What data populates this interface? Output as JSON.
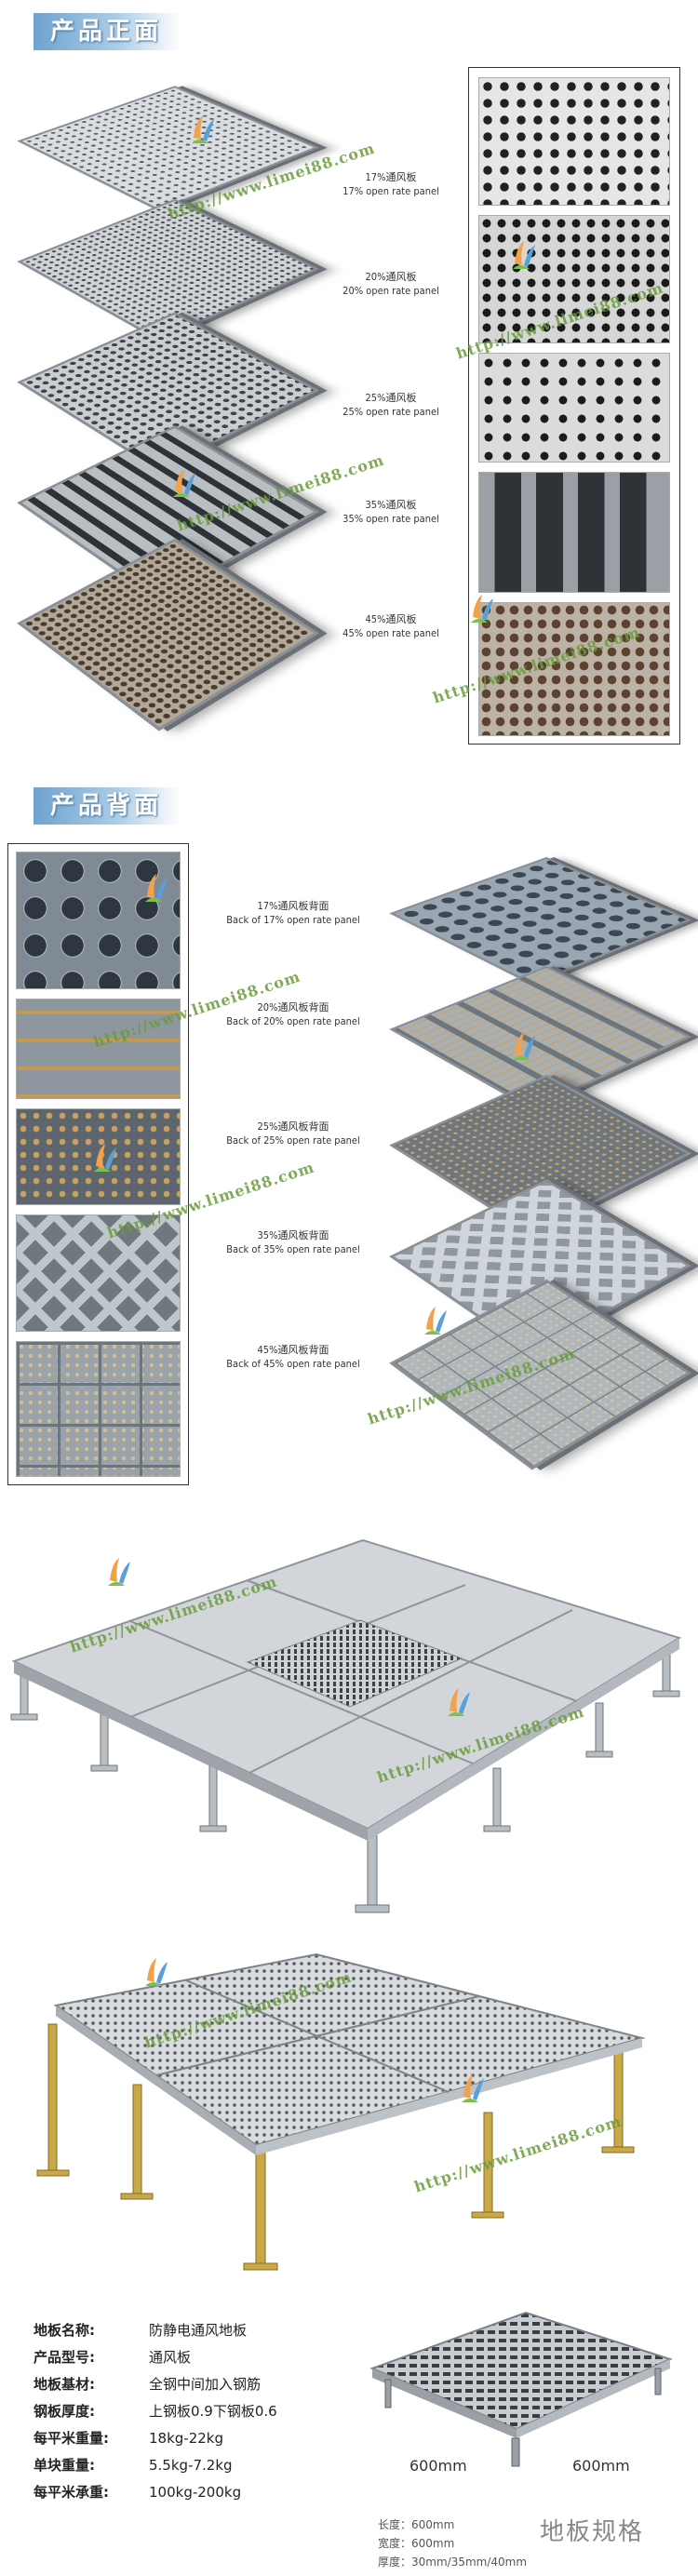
{
  "sections": {
    "front_title": "产品正面",
    "back_title": "产品背面"
  },
  "front_labels": [
    {
      "cn": "17%通风板",
      "en": "17% open rate panel"
    },
    {
      "cn": "20%通风板",
      "en": "20% open rate panel"
    },
    {
      "cn": "25%通风板",
      "en": "25% open rate panel"
    },
    {
      "cn": "35%通风板",
      "en": "35% open rate panel"
    },
    {
      "cn": "45%通风板",
      "en": "45% open rate panel"
    }
  ],
  "back_labels": [
    {
      "cn": "17%通风板背面",
      "en": "Back of 17% open rate panel"
    },
    {
      "cn": "20%通风板背面",
      "en": "Back of 20% open rate panel"
    },
    {
      "cn": "25%通风板背面",
      "en": "Back of 25% open rate panel"
    },
    {
      "cn": "35%通风板背面",
      "en": "Back of 35% open rate panel"
    },
    {
      "cn": "45%通风板背面",
      "en": "Back of 45% open rate panel"
    }
  ],
  "watermark": {
    "url": "http://www.limei88.com",
    "brand": "立美"
  },
  "specs": [
    {
      "key": "地板名称:",
      "value": "防静电通风地板"
    },
    {
      "key": "产品型号:",
      "value": "通风板"
    },
    {
      "key": "地板基材:",
      "value": "全钢中间加入钢筋"
    },
    {
      "key": "钢板厚度:",
      "value": "上钢板0.9下钢板0.6"
    },
    {
      "key": "每平米重量:",
      "value": "18kg-22kg"
    },
    {
      "key": "单块重量:",
      "value": "5.5kg-7.2kg"
    },
    {
      "key": "每平米承重:",
      "value": "100kg-200kg"
    }
  ],
  "dimensions": {
    "left": "600mm",
    "right": "600mm",
    "length": "长度：600mm",
    "width": "宽度：600mm",
    "thickness": "厚度：30mm/35mm/40mm",
    "title": "地板规格"
  },
  "colors": {
    "header_blue": "#6fa3cf",
    "watermark_green": "#6a9c3a",
    "steel": "#9aa0a6"
  }
}
